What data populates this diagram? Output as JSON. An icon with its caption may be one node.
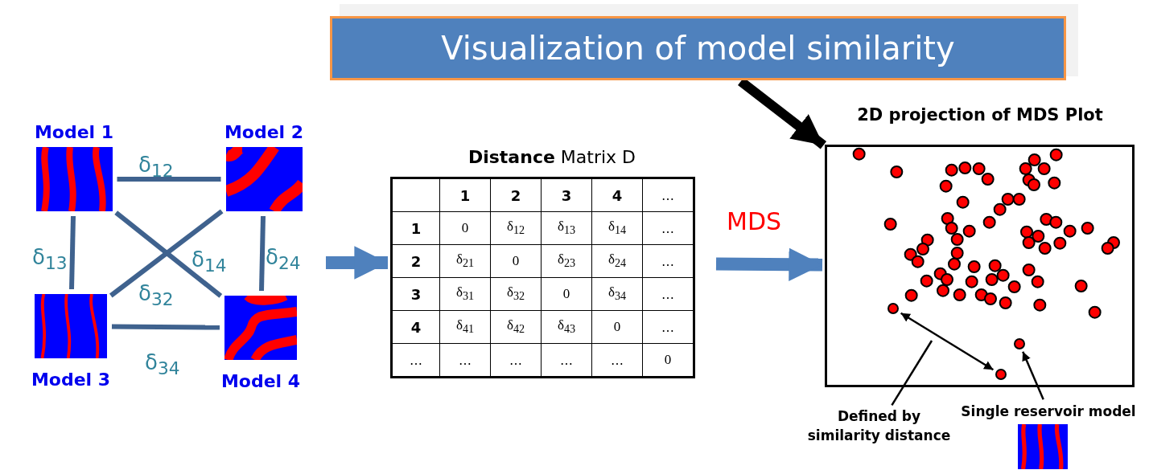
{
  "diagram": {
    "nodes": [
      {
        "text": [
          "Visualization of model similarity"
        ]
      },
      {
        "text": [
          "Model 1"
        ]
      },
      {
        "text": [
          "Model 2"
        ]
      },
      {
        "text": [
          "Model 3"
        ]
      },
      {
        "text": [
          "Model 4"
        ]
      },
      {
        "text": [
          "**Distance** Matrix D"
        ]
      },
      {
        "text": [
          "2D projection of MDS Plot"
        ]
      },
      {
        "text": [],
        "shape": "circle",
        "in": 6
      },
      {
        "text": [],
        "shape": "circle",
        "in": 6
      },
      {
        "text": [],
        "shape": "circle",
        "in": 6
      },
      {
        "text": [
          "Defined by similarity distance"
        ]
      },
      {
        "text": [
          "Single reservoir model"
        ]
      },
      {
        "text": [],
        "shape": "picture"
      }
    ],
    "edges": [
      {
        "from": 1,
        "to": 2,
        "arrow": "none",
        "label": "δ$_{12}$"
      },
      {
        "from": 1,
        "to": 3,
        "arrow": "none",
        "label": "δ$_{13}$"
      },
      {
        "from": 1,
        "to": 4,
        "arrow": "none",
        "label": "δ$_{14}$"
      },
      {
        "from": 2,
        "to": 3,
        "arrow": "none",
        "label": "δ$_{32}$"
      },
      {
        "from": 2,
        "to": 4,
        "arrow": "none",
        "label": "δ$_{24}$"
      },
      {
        "from": 3,
        "to": 4,
        "arrow": "none",
        "label": "δ$_{34}$"
      },
      {
        "from": null,
        "to": 5,
        "arrow": "to",
        "style": "thick",
        "color": "#4f81bd"
      },
      {
        "from": 5,
        "to": 6,
        "arrow": "to",
        "style": "thick",
        "color": "#4f81bd",
        "label": "MDS"
      },
      {
        "from": 0,
        "to": 6,
        "arrow": "to",
        "style": "thick",
        "color": "#000000"
      },
      {
        "from": 7,
        "to": 8,
        "arrow": "both",
        "color": "#000000"
      },
      {
        "from": 10,
        "to": null,
        "arrow": "none",
        "color": "#000000"
      },
      {
        "from": 11,
        "to": 9,
        "arrow": "to",
        "color": "#000000"
      }
    ],
    "labels": [
      "1",
      "2",
      "3",
      "4",
      "…",
      "1",
      "0",
      "δ$_{12}$",
      "δ$_{13}$",
      "δ$_{14}$",
      "…",
      "2",
      "δ$_{21}$",
      "0",
      "δ$_{23}$",
      "δ$_{24}$",
      "…",
      "3",
      "δ$_{31}$",
      "δ$_{32}$",
      "0",
      "δ$_{34}$",
      "…",
      "4",
      "δ$_{41}$",
      "δ$_{42}$",
      "δ$_{43}$",
      "0",
      "…",
      "…",
      "…",
      "…",
      "…",
      "…",
      "0"
    ]
  }
}
